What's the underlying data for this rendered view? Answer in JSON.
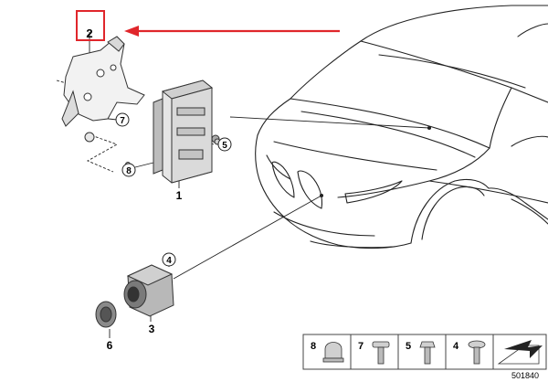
{
  "diagram": {
    "id_text": "501840",
    "highlight_color": "#e0262b",
    "callouts": {
      "p1": "1",
      "p2": "2",
      "p3": "3",
      "p4": "4",
      "p5": "5",
      "p6": "6",
      "p7": "7",
      "p8": "8"
    },
    "legend": [
      "8",
      "7",
      "5",
      "4"
    ]
  }
}
